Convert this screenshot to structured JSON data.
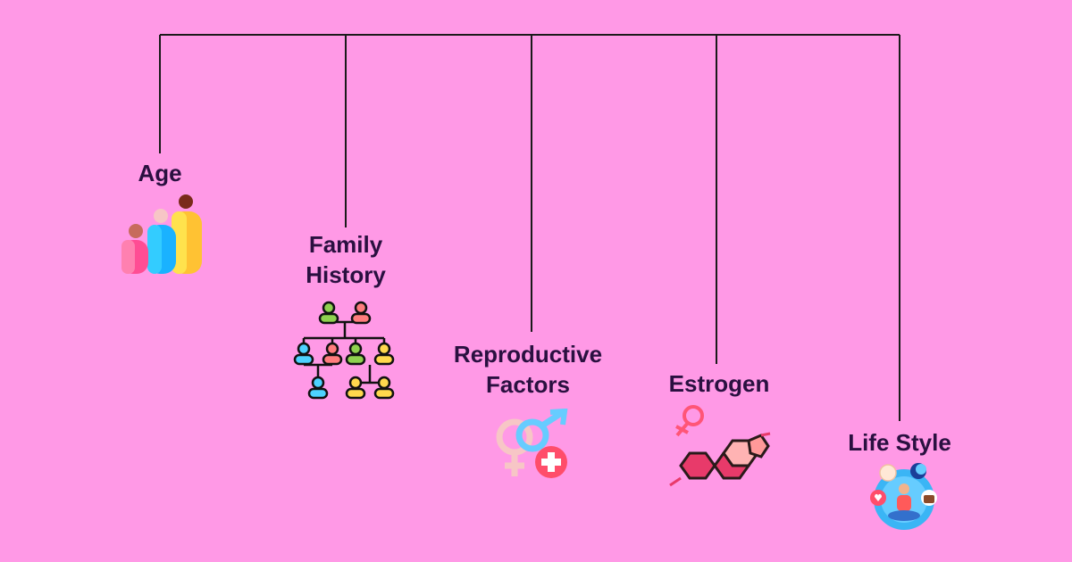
{
  "diagram": {
    "background": "#ff99e6",
    "line_color": "#1a1a1a",
    "text_color": "#2a1040",
    "factors": [
      {
        "key": "age",
        "label_lines": [
          "Age"
        ],
        "icon": "family-figures-icon"
      },
      {
        "key": "family_history",
        "label_lines": [
          "Family",
          "History"
        ],
        "icon": "family-tree-icon"
      },
      {
        "key": "reproductive_factors",
        "label_lines": [
          "Reproductive",
          "Factors"
        ],
        "icon": "gender-medical-icon"
      },
      {
        "key": "estrogen",
        "label_lines": [
          "Estrogen"
        ],
        "icon": "estrogen-molecule-icon"
      },
      {
        "key": "life_style",
        "label_lines": [
          "Life Style"
        ],
        "icon": "lifestyle-meditation-icon"
      }
    ]
  }
}
